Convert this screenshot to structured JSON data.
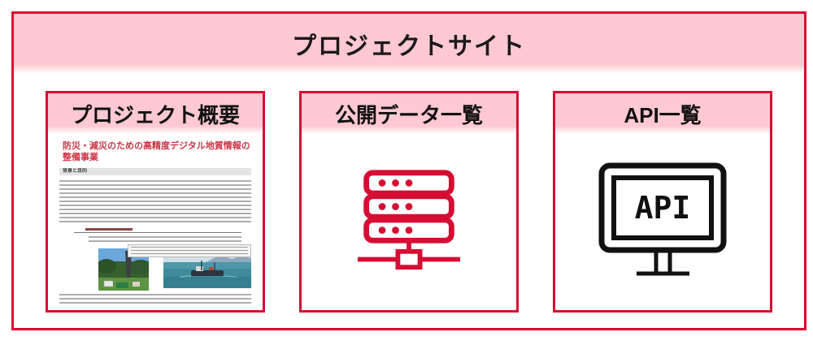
{
  "page": {
    "title": "プロジェクトサイト"
  },
  "colors": {
    "accent_red": "#d60d33",
    "header_pink": "#ffc8d2",
    "doc_title_red": "#cc3344",
    "monitor_icon_black": "#111111"
  },
  "cards": [
    {
      "title": "プロジェクト概要",
      "type": "document-preview",
      "document": {
        "title": "防災・減災のための高精度デジタル地質情報の整備事業",
        "section_heading": "背景と目的",
        "photos": [
          "drilling-site-photo",
          "survey-ship-photo"
        ]
      }
    },
    {
      "title": "公開データ一覧",
      "icon": "server-icon"
    },
    {
      "title": "API一覧",
      "icon": "monitor-icon",
      "monitor_label": "API"
    }
  ]
}
